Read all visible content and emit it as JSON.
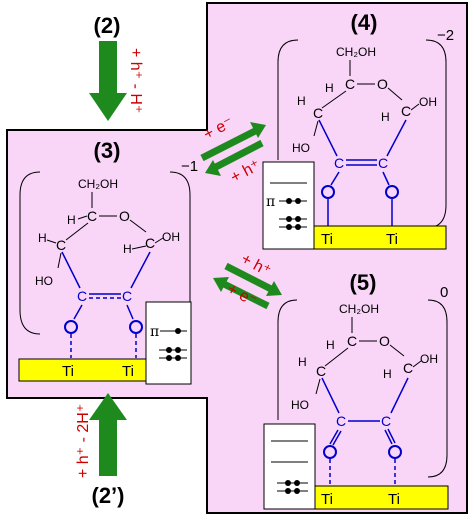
{
  "colors": {
    "panel_fill": "#f9d5f8",
    "arrow_green": "#1e8a1e",
    "red_text": "#cc0000",
    "blue_bond": "#0000cc",
    "ti_yellow": "#ffff00"
  },
  "labels": {
    "state2": "(2)",
    "state2p": "(2’)",
    "state3": "(3)",
    "state4": "(4)",
    "state5": "(5)"
  },
  "reactions": {
    "from2_text": "+ h⁺ - H⁺",
    "from2p_text": "+ h⁺ - 2H⁺",
    "to4_top": "+ e⁻",
    "to4_bottom": "+ h⁺",
    "to5_top": "+ h⁺",
    "to5_bottom": "+ e⁻"
  },
  "charges": {
    "state3": "−1",
    "state4": "−2",
    "state5": "0"
  },
  "molecule": {
    "ch2oh": "CH₂OH",
    "C": "C",
    "O": "O",
    "H": "H",
    "OH": "OH",
    "HO": "HO",
    "Ti": "Ti"
  },
  "orbitals": {
    "pi": "π"
  },
  "icons": [
    "green-arrow-down",
    "green-arrow-up",
    "equilibrium-arrows"
  ]
}
